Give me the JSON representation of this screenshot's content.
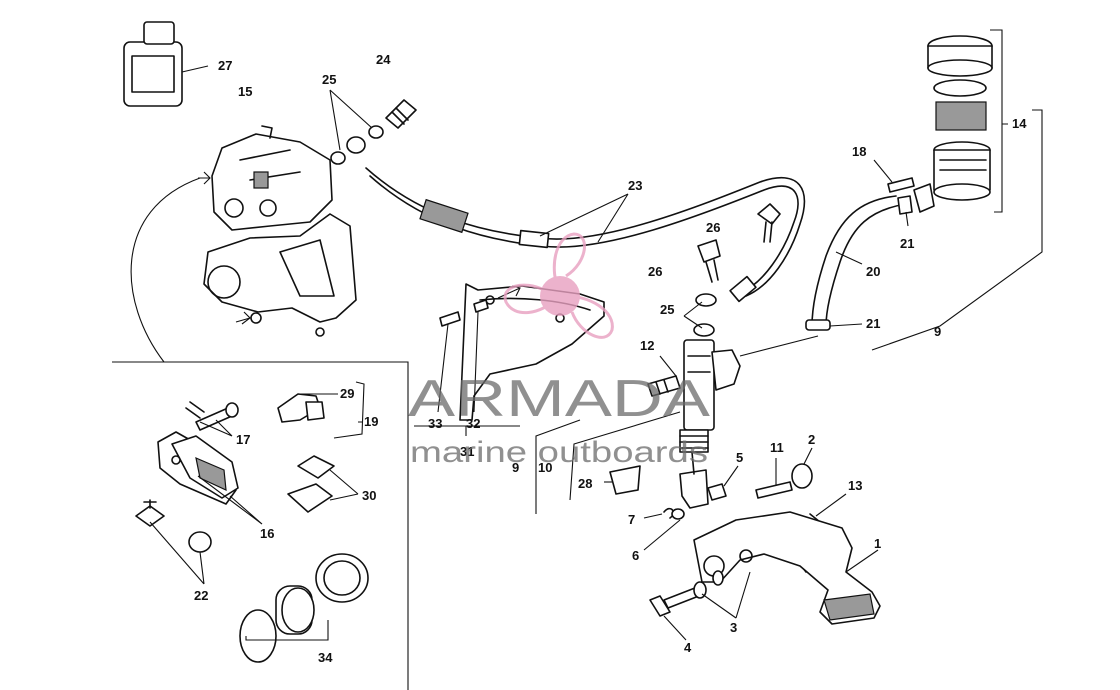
{
  "diagram": {
    "labels": {
      "p1": "1",
      "p2": "2",
      "p3": "3",
      "p4": "4",
      "p5": "5",
      "p6": "6",
      "p7": "7",
      "p9a": "9",
      "p9b": "9",
      "p10": "10",
      "p11": "11",
      "p12": "12",
      "p13": "13",
      "p14": "14",
      "p15": "15",
      "p16": "16",
      "p17": "17",
      "p18": "18",
      "p19": "19",
      "p20": "20",
      "p21a": "21",
      "p21b": "21",
      "p22": "22",
      "p23": "23",
      "p24": "24",
      "p25a": "25",
      "p25b": "25",
      "p26a": "26",
      "p26b": "26",
      "p27": "27",
      "p28": "28",
      "p29": "29",
      "p30": "30",
      "p31": "31",
      "p32": "32",
      "p33": "33",
      "p34": "34"
    }
  },
  "watermark": {
    "brand": "ARMADA",
    "tagline": "marine outboards",
    "accent_color": "#e8a0c0"
  }
}
